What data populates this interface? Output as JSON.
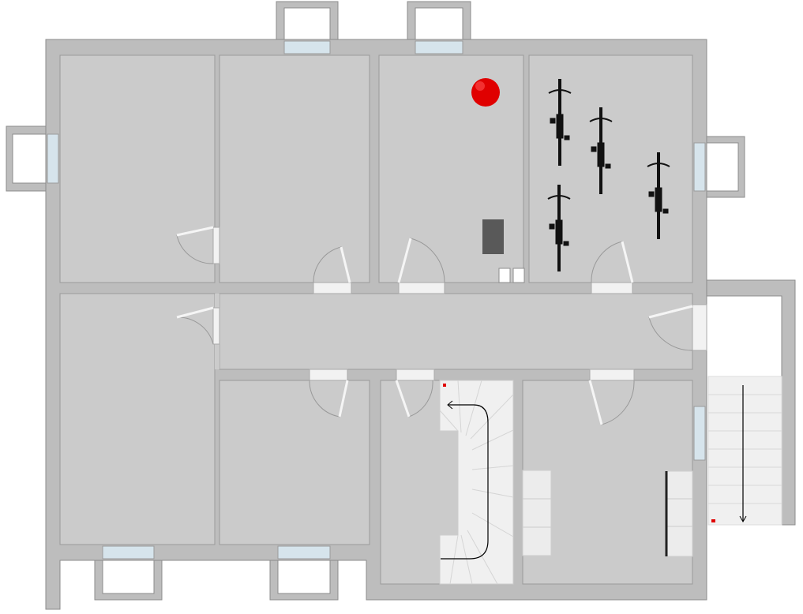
{
  "colors": {
    "wall": "#bdbdbd",
    "wall_edge": "#8c8c8c",
    "floor": "#cbcbcb",
    "window_glass": "#d6e4ec",
    "door": "#f2f2f2",
    "ball": "#e00000",
    "box": "#595959",
    "stairs": "#f0f0f0"
  },
  "plan": {
    "rooms": 8,
    "bicycles": 4,
    "staircases": 2
  }
}
